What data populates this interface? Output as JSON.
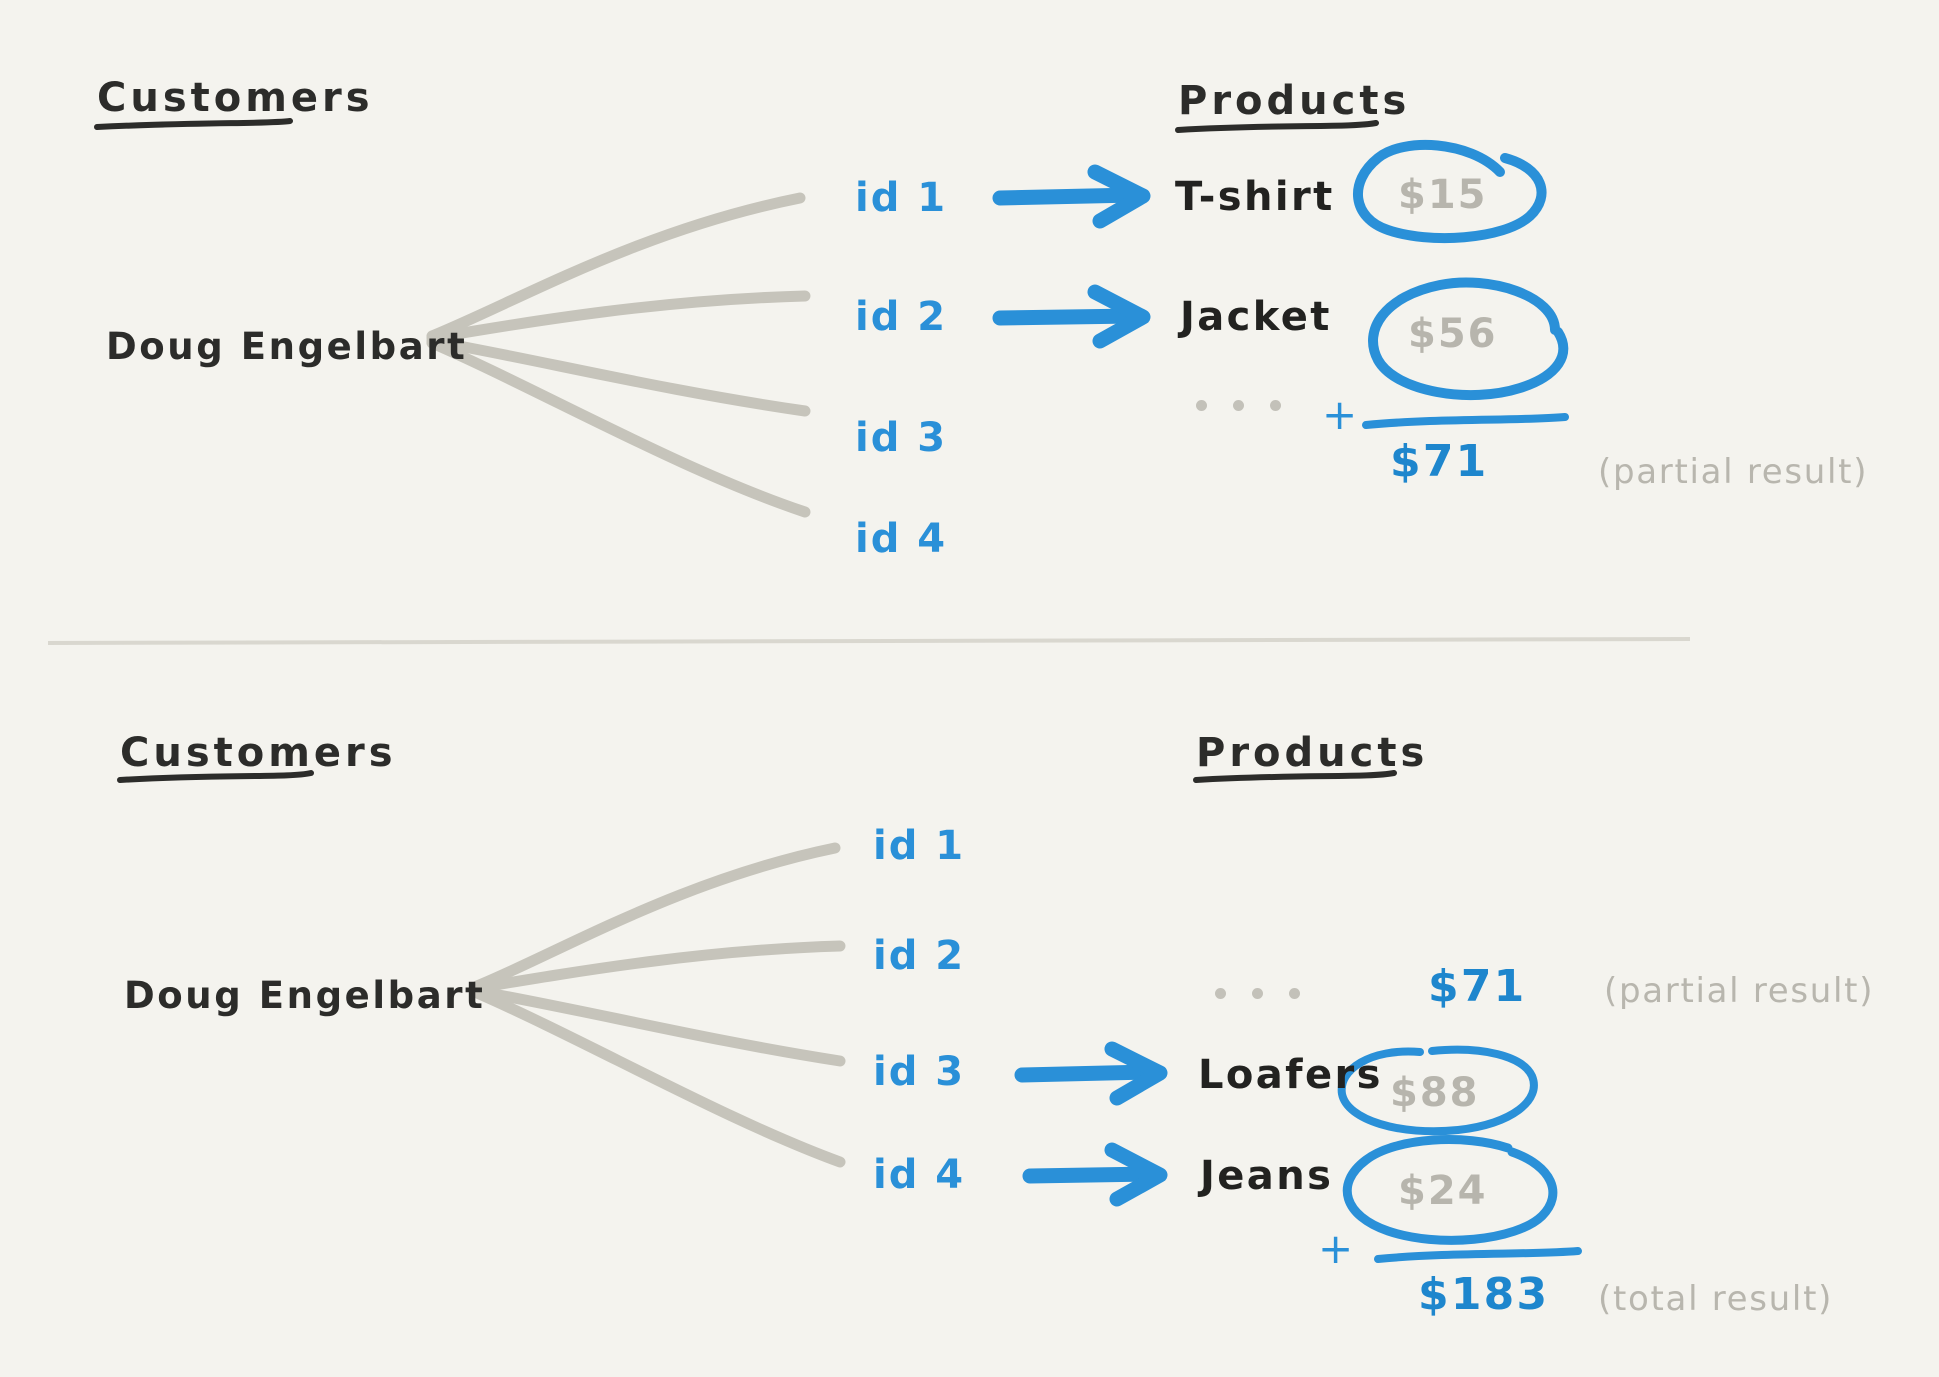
{
  "page": {
    "background_color": "#f4f3ee",
    "ink_black": "#2c2c2a",
    "ink_blue": "#2a90d8",
    "ink_gray": "#c6c4bb",
    "annotation_gray": "#b8b6ae"
  },
  "panels": [
    {
      "id": "top-panel",
      "customers_heading": "Customers",
      "products_heading": "Products",
      "customer_name": "Doug Engelbart",
      "ids": [
        "id 1",
        "id 2",
        "id 3",
        "id 4"
      ],
      "rows": [
        {
          "id": "id 1",
          "has_arrow": true,
          "product": "T-shirt",
          "price": "$15",
          "circled": true
        },
        {
          "id": "id 2",
          "has_arrow": true,
          "product": "Jacket",
          "price": "$56",
          "circled": true
        },
        {
          "id": "id 3",
          "has_arrow": false,
          "product": "",
          "price": "",
          "circled": false
        },
        {
          "id": "id 4",
          "has_arrow": false,
          "product": "",
          "price": "",
          "circled": false
        }
      ],
      "ellipsis": "...",
      "plus_sign": "+",
      "sum_value": "$71",
      "sum_annotation": "(partial result)"
    },
    {
      "id": "bottom-panel",
      "customers_heading": "Customers",
      "products_heading": "Products",
      "customer_name": "Doug Engelbart",
      "ids": [
        "id 1",
        "id 2",
        "id 3",
        "id 4"
      ],
      "rows": [
        {
          "id": "id 1",
          "has_arrow": false,
          "product": "",
          "price": "",
          "circled": false
        },
        {
          "id": "id 2",
          "has_arrow": false,
          "product": "",
          "price": "",
          "circled": false
        },
        {
          "id": "id 3",
          "has_arrow": true,
          "product": "Loafers",
          "price": "$88",
          "circled": true
        },
        {
          "id": "id 4",
          "has_arrow": true,
          "product": "Jeans",
          "price": "$24",
          "circled": true
        }
      ],
      "ellipsis": "...",
      "carried_value": "$71",
      "carried_annotation": "(partial result)",
      "plus_sign": "+",
      "sum_value": "$183",
      "sum_annotation": "(total result)"
    }
  ],
  "chart_data": {
    "type": "diagram",
    "title": "Customers to Products join with partial and total aggregation",
    "entities": {
      "customer": "Doug Engelbart",
      "order_ids": [
        "id 1",
        "id 2",
        "id 3",
        "id 4"
      ]
    },
    "line_items": [
      {
        "order_id": "id 1",
        "product": "T-shirt",
        "price": 15,
        "currency": "$",
        "processed_in": "top-panel"
      },
      {
        "order_id": "id 2",
        "product": "Jacket",
        "price": 56,
        "currency": "$",
        "processed_in": "top-panel"
      },
      {
        "order_id": "id 3",
        "product": "Loafers",
        "price": 88,
        "currency": "$",
        "processed_in": "bottom-panel"
      },
      {
        "order_id": "id 4",
        "product": "Jeans",
        "price": 24,
        "currency": "$",
        "processed_in": "bottom-panel"
      }
    ],
    "aggregations": [
      {
        "label": "(partial result)",
        "value": 71,
        "display": "$71",
        "inputs": [
          15,
          56
        ]
      },
      {
        "label": "(total result)",
        "value": 183,
        "display": "$183",
        "inputs": [
          71,
          88,
          24
        ]
      }
    ]
  }
}
